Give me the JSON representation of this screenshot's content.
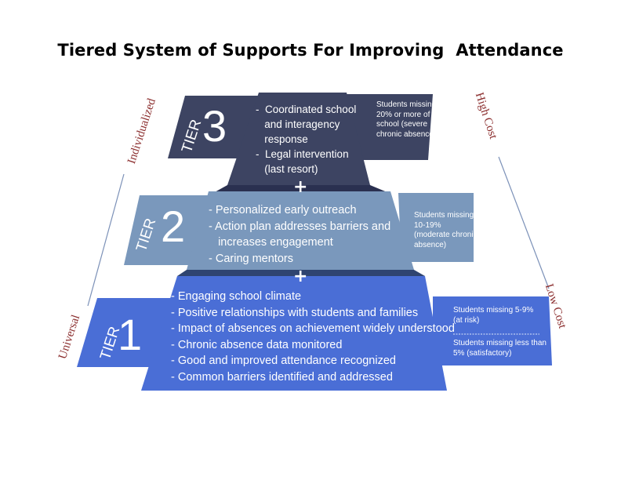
{
  "title": "Tiered System of Supports For Improving  Attendance",
  "colors": {
    "tier3": "#3d4462",
    "tier2": "#7a98bc",
    "tier1": "#4a6ed6",
    "side_label": "#8b2e2e",
    "side_line": "#7c91b8"
  },
  "side_labels": {
    "individualized": "Individualized",
    "universal": "Universal",
    "high_cost": "High Cost",
    "low_cost": "Low Cost"
  },
  "tiers": {
    "tier3": {
      "word": "TIER",
      "number": "3",
      "bullets": [
        "-  Coordinated school",
        "   and interagency",
        "   response",
        "-  Legal intervention",
        "   (last resort)"
      ],
      "note": [
        "Students missing",
        "20% or more of",
        "school (severe",
        "chronic absence)"
      ]
    },
    "tier2": {
      "word": "TIER",
      "number": "2",
      "bullets": [
        "- Personalized early outreach",
        "- Action plan addresses barriers and",
        "   increases engagement",
        "- Caring mentors"
      ],
      "note": [
        "Students missing",
        "10-19%",
        "(moderate chronic",
        "absence)"
      ]
    },
    "tier1": {
      "word": "TIER",
      "number": "1",
      "bullets": [
        "- Engaging school climate",
        "- Positive relationships with students and families",
        "- Impact of absences on achievement widely understood",
        "- Chronic absence data monitored",
        "- Good and improved attendance recognized",
        "- Common barriers identified and addressed"
      ],
      "note_top": [
        "Students missing 5-9%",
        "(at risk)"
      ],
      "note_bottom": [
        "Students missing less than",
        "5% (satisfactory)"
      ]
    }
  },
  "plus_symbol": "+"
}
